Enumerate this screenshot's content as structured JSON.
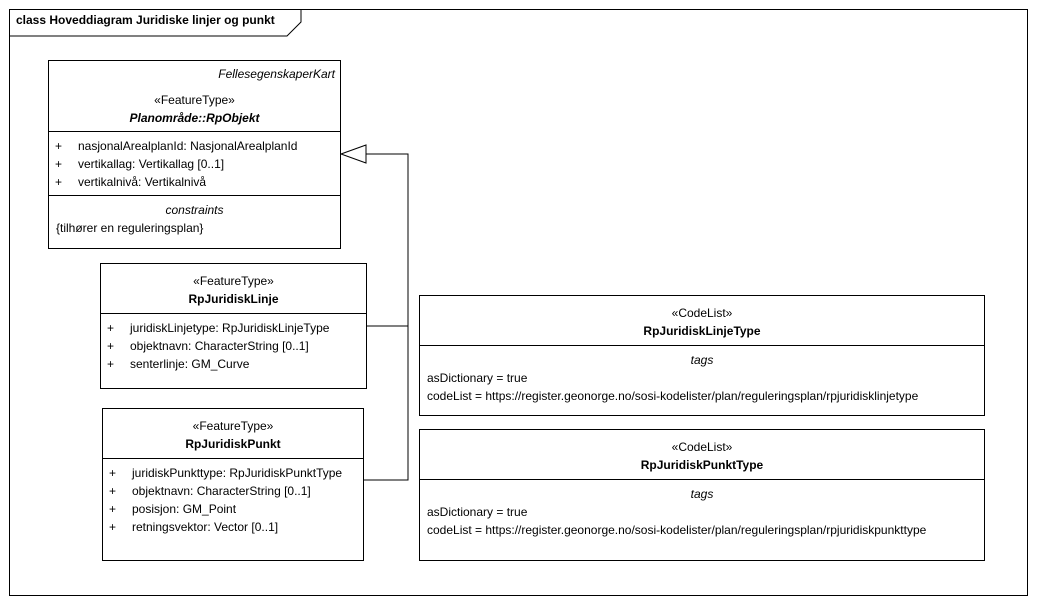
{
  "diagram": {
    "title": "class Hoveddiagram Juridiske linjer og punkt"
  },
  "classes": {
    "rpobjekt": {
      "package": "FellesegenskaperKart",
      "stereotype": "«FeatureType»",
      "name": "Planområde::RpObjekt",
      "attributes": [
        {
          "visibility": "+",
          "text": "nasjonalArealplanId: NasjonalArealplanId"
        },
        {
          "visibility": "+",
          "text": "vertikallag: Vertikallag [0..1]"
        },
        {
          "visibility": "+",
          "text": "vertikalnivå: Vertikalnivå"
        }
      ],
      "constraints_label": "constraints",
      "constraints": [
        "{tilhører en reguleringsplan}"
      ]
    },
    "linje": {
      "stereotype": "«FeatureType»",
      "name": "RpJuridiskLinje",
      "attributes": [
        {
          "visibility": "+",
          "text": "juridiskLinjetype: RpJuridiskLinjeType"
        },
        {
          "visibility": "+",
          "text": "objektnavn: CharacterString [0..1]"
        },
        {
          "visibility": "+",
          "text": "senterlinje: GM_Curve"
        }
      ]
    },
    "punkt": {
      "stereotype": "«FeatureType»",
      "name": "RpJuridiskPunkt",
      "attributes": [
        {
          "visibility": "+",
          "text": "juridiskPunkttype: RpJuridiskPunktType"
        },
        {
          "visibility": "+",
          "text": "objektnavn: CharacterString [0..1]"
        },
        {
          "visibility": "+",
          "text": "posisjon: GM_Point"
        },
        {
          "visibility": "+",
          "text": "retningsvektor: Vector [0..1]"
        }
      ]
    },
    "linjetype": {
      "stereotype": "«CodeList»",
      "name": "RpJuridiskLinjeType",
      "tags_label": "tags",
      "tags": [
        "asDictionary = true",
        "codeList = https://register.geonorge.no/sosi-kodelister/plan/reguleringsplan/rpjuridisklinjetype"
      ]
    },
    "punkttype": {
      "stereotype": "«CodeList»",
      "name": "RpJuridiskPunktType",
      "tags_label": "tags",
      "tags": [
        "asDictionary = true",
        "codeList = https://register.geonorge.no/sosi-kodelister/plan/reguleringsplan/rpjuridiskpunkttype"
      ]
    }
  }
}
